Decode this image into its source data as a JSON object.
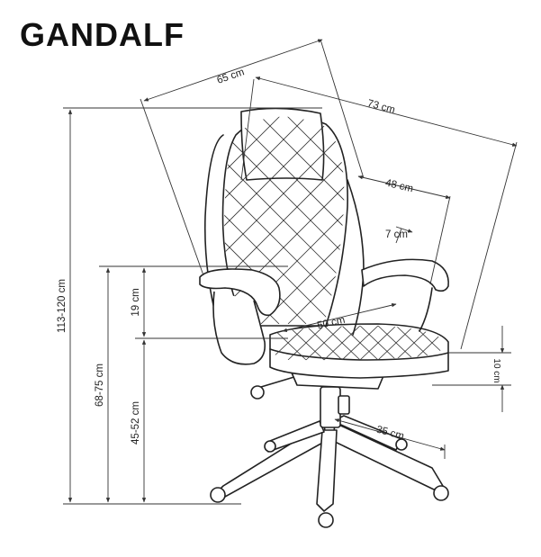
{
  "title": "GANDALF",
  "dimensions": {
    "overall_depth": "65 cm",
    "overall_width": "73 cm",
    "seat_depth": "48 cm",
    "armrest_width": "7 cm",
    "seat_width": "50 cm",
    "seat_thickness": "10 cm",
    "base_radius": "35 cm",
    "total_height": "113-120 cm",
    "armrest_height": "68-75 cm",
    "seat_height": "45-52 cm",
    "armrest_to_seat": "19 cm"
  }
}
